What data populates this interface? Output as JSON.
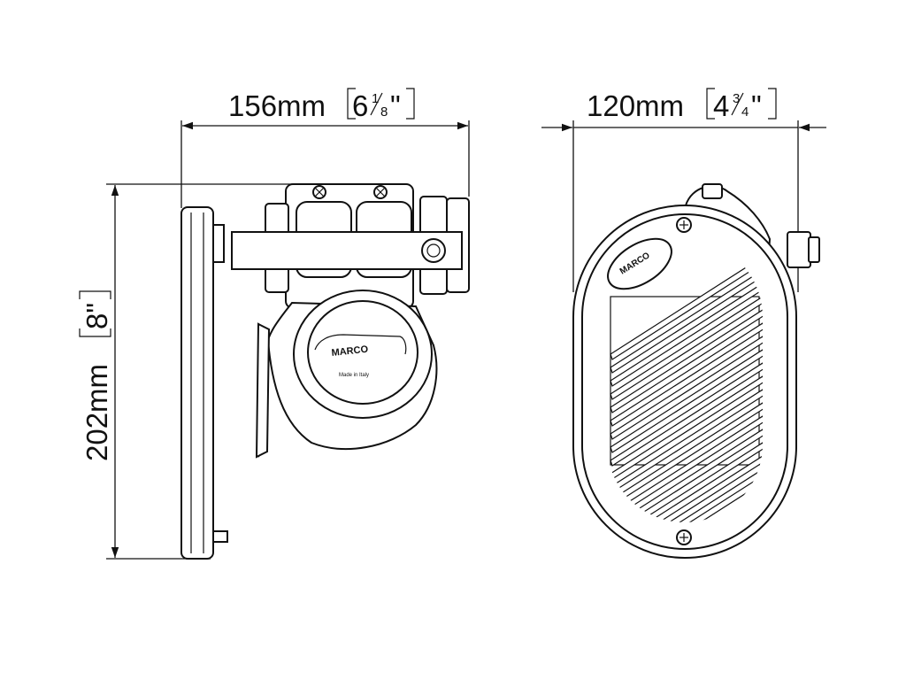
{
  "dimensions": {
    "width_side": {
      "metric": "156mm",
      "whole": "6",
      "num": "1",
      "den": "8"
    },
    "width_front": {
      "metric": "120mm",
      "whole": "4",
      "num": "3",
      "den": "4"
    },
    "height": {
      "metric": "202mm",
      "inch": "8\""
    }
  },
  "labels": {
    "brand_side": "MARCO",
    "made_in": "Made in Italy",
    "brand_front": "MARCO"
  },
  "colors": {
    "line": "#111111",
    "background": "#ffffff"
  }
}
